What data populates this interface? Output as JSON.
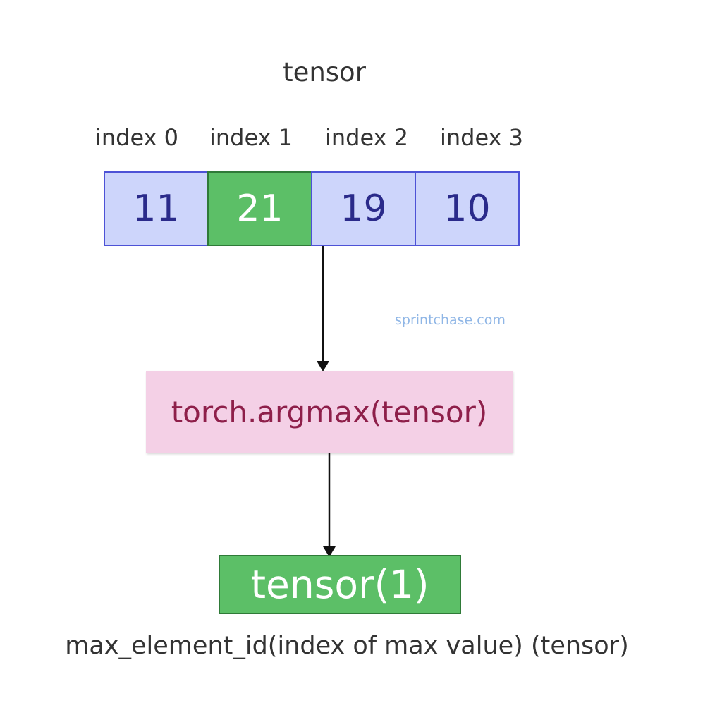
{
  "heading": "tensor",
  "indices": [
    "index 0",
    "index 1",
    "index 2",
    "index 3"
  ],
  "values": [
    "11",
    "21",
    "19",
    "10"
  ],
  "highlight_index": 1,
  "watermark": "sprintchase.com",
  "function_call": "torch.argmax(tensor)",
  "result": "tensor(1)",
  "caption": "max_element_id(index of max value) (tensor)",
  "colors": {
    "cell_fill": "#cdd5fb",
    "cell_border": "#4d52d6",
    "highlight_fill": "#5cbf67",
    "function_fill": "#f4d0e6",
    "function_text": "#8e1f4a",
    "result_fill": "#5cbf67"
  }
}
